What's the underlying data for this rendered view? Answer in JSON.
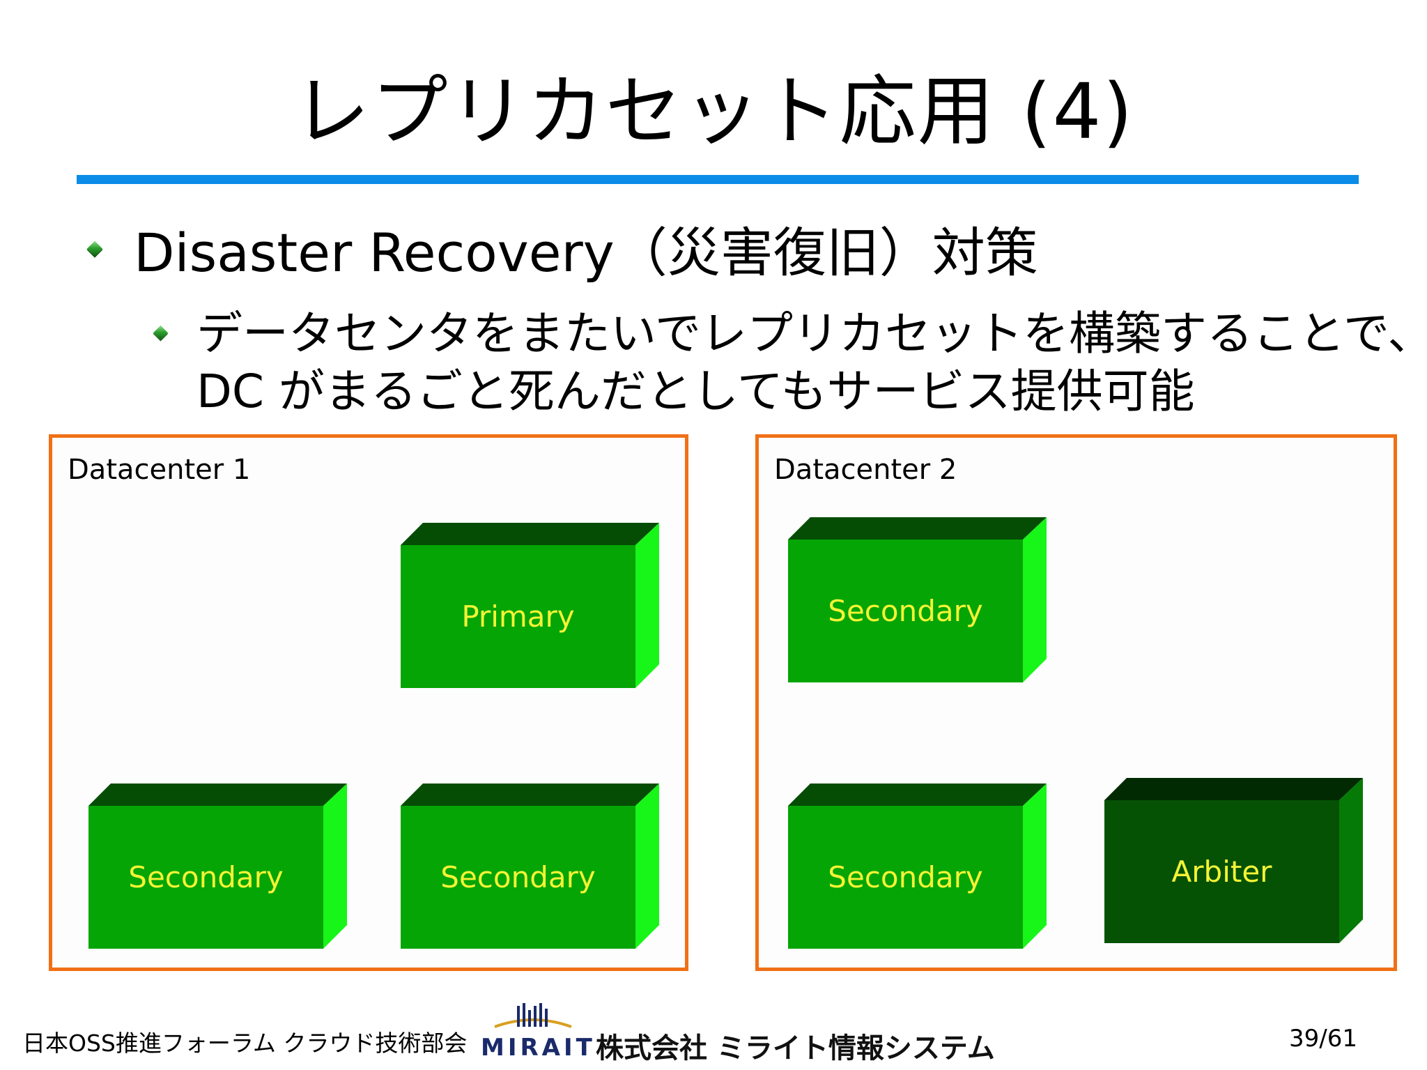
{
  "title": "レプリカセット応用 (4)",
  "bullets": {
    "level1": "Disaster Recovery（災害復旧）対策",
    "level2_line1": "データセンタをまたいでレプリカセットを構築することで、",
    "level2_line2": "DC がまるごと死んだとしてもサービス提供可能"
  },
  "diagram": {
    "datacenter1": {
      "label": "Datacenter 1",
      "nodes": [
        "Primary",
        "Secondary",
        "Secondary"
      ]
    },
    "datacenter2": {
      "label": "Datacenter 2",
      "nodes": [
        "Secondary",
        "Secondary",
        "Arbiter"
      ]
    }
  },
  "footer": {
    "forum": "日本OSS推進フォーラム クラウド技術部会",
    "logo_word": "MIRAIT",
    "company": "株式会社 ミライト情報システム",
    "page": "39/61"
  },
  "colors": {
    "title_rule": "#0a8ce8",
    "box_border": "#f07016",
    "node_green": "#05a505",
    "arbiter_green": "#055205",
    "node_text": "#f4f435"
  }
}
